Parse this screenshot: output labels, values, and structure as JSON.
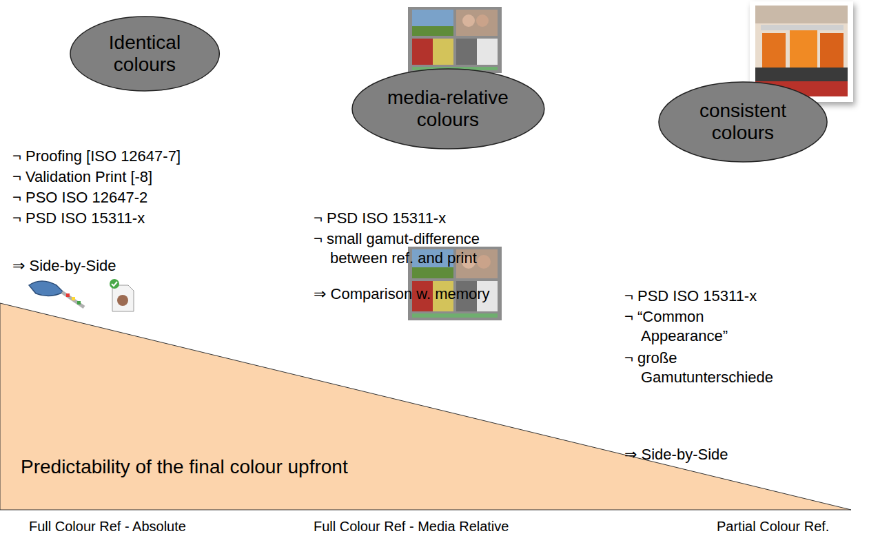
{
  "diagram": {
    "nodes": [
      {
        "text": [
          "Identical colours"
        ]
      },
      {
        "text": [
          "media-relative colours"
        ]
      },
      {
        "text": [
          "consistent colours"
        ]
      },
      {
        "text": [
          "Predictability of the final colour upfront"
        ]
      }
    ],
    "labels": [
      "¬ Proofing [ISO 12647-7]",
      "¬ Validation Print [-8]",
      "¬ PSO ISO 12647-2",
      "¬ PSD ISO 15311-x",
      "⇒ Side-by-Side",
      "¬ PSD ISO 15311-x",
      "¬ small gamut-difference between ref. and print",
      "⇒ Comparison w. memory",
      "¬ PSD ISO 15311-x",
      "¬ “Common Appearance”",
      "¬ große Gamutunterschiede",
      "⇒ Side-by-Side",
      "Full Colour Ref - Absolute",
      "Full Colour Ref - Media Relative",
      "Partial Colour Ref."
    ]
  }
}
